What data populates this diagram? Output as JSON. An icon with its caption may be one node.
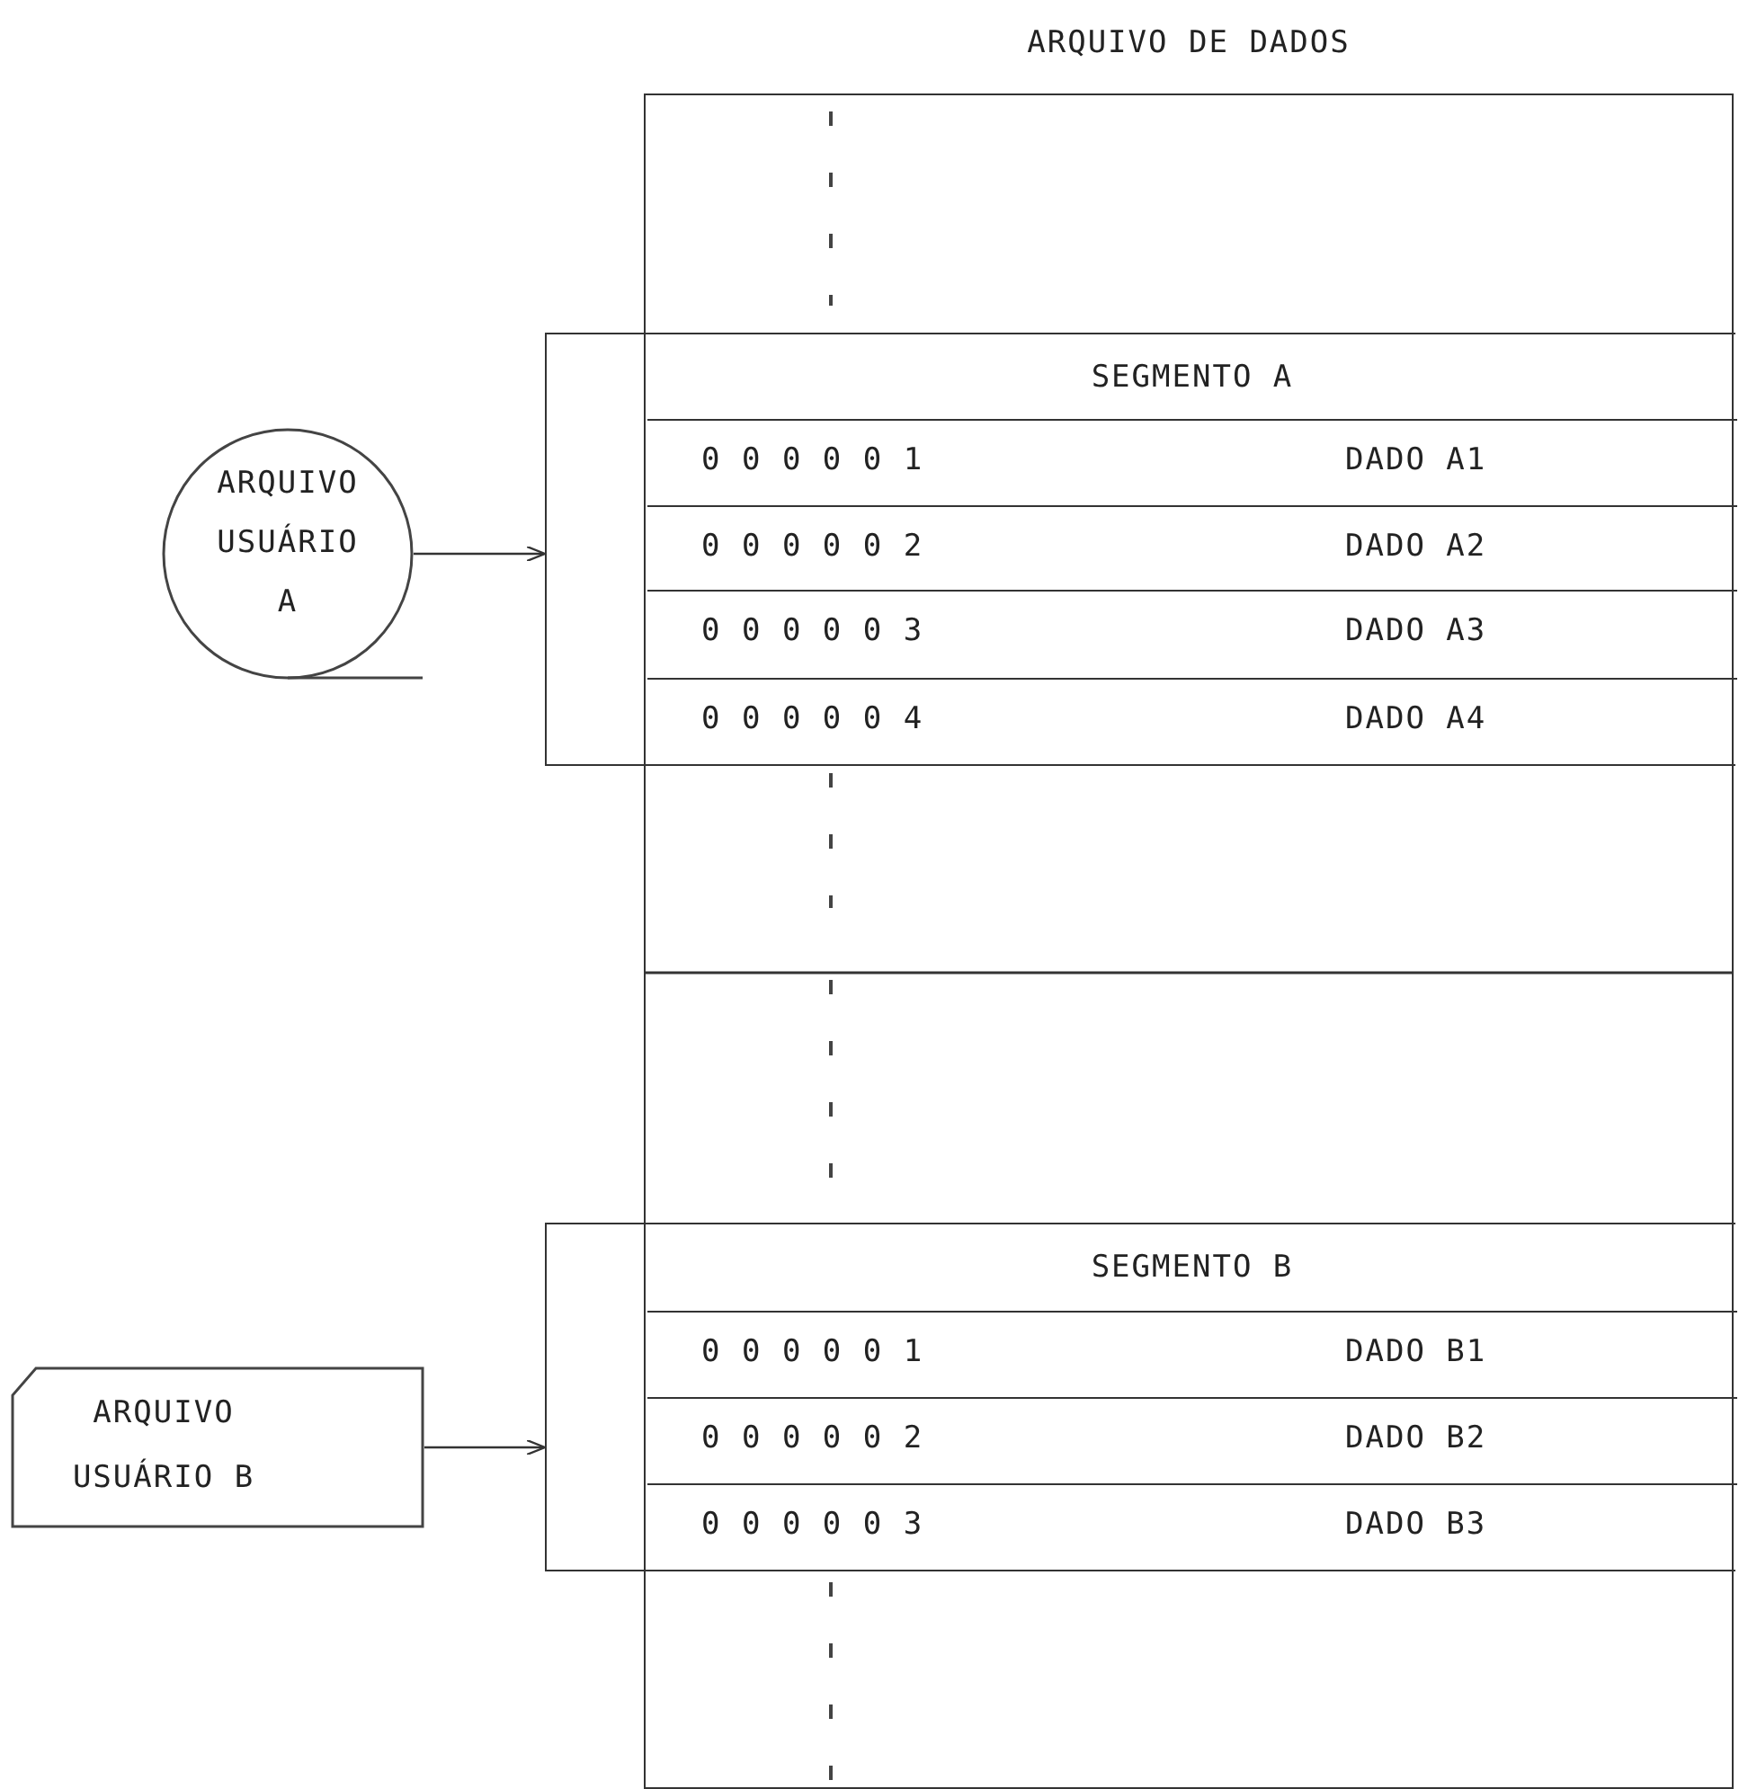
{
  "diagram": {
    "nodes": [
      {
        "text": [
          "ARQUIVO DE DADOS"
        ]
      },
      {
        "text": [
          "SEGMENTO A"
        ],
        "in": 0
      },
      {
        "text": [
          "0 0 0 0 0 1",
          "DADO A1"
        ],
        "in": 1
      },
      {
        "text": [
          "0 0 0 0 0 2",
          "DADO A2"
        ],
        "in": 1
      },
      {
        "text": [
          "0 0 0 0 0 3",
          "DADO A3"
        ],
        "in": 1
      },
      {
        "text": [
          "0 0 0 0 0 4",
          "DADO A4"
        ],
        "in": 1
      },
      {
        "text": [
          "ARQUIVO USUÁRIO A"
        ]
      },
      {
        "text": [
          "SEGMENTO B"
        ],
        "in": 0
      },
      {
        "text": [
          "0 0 0 0 0 1",
          "DADO B1"
        ],
        "in": 7
      },
      {
        "text": [
          "0 0 0 0 0 2",
          "DADO B2"
        ],
        "in": 7
      },
      {
        "text": [
          "0 0 0 0 0 3",
          "DADO B3"
        ],
        "in": 7
      },
      {
        "text": [
          "ARQUIVO USUÁRIO B"
        ]
      }
    ],
    "edges": [
      {
        "from": 6,
        "to": 1,
        "arrow": "to"
      },
      {
        "from": 11,
        "to": 7,
        "arrow": "to"
      }
    ]
  }
}
